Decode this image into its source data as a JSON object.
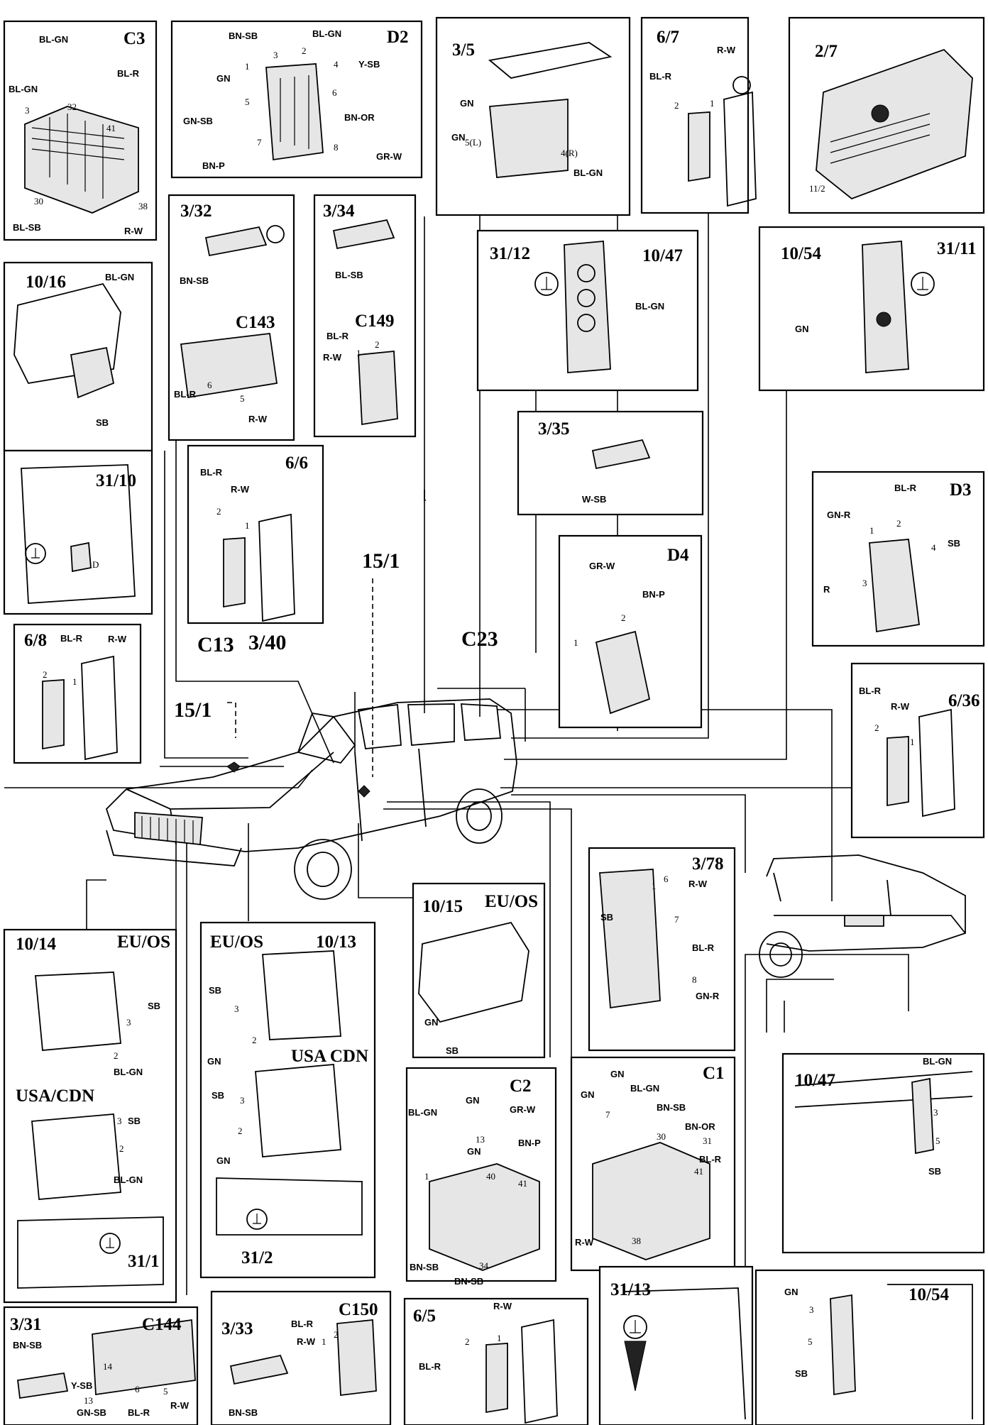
{
  "panels": {
    "c3": {
      "title": "C3",
      "wires": [
        "BL-GN",
        "BL-R",
        "BL-GN",
        "BL-SB",
        "R-W"
      ],
      "pins": [
        "3",
        "32",
        "41",
        "30",
        "38"
      ]
    },
    "d2": {
      "title": "D2",
      "wires": [
        "BN-SB",
        "BL-GN",
        "GN",
        "Y-SB",
        "GN-SB",
        "BN-OR",
        "BN-P",
        "GR-W"
      ],
      "pins": [
        "3",
        "2",
        "1",
        "4",
        "5",
        "6",
        "7",
        "8"
      ]
    },
    "p35": {
      "title": "3/5",
      "wires": [
        "GN",
        "GN",
        "BL-GN"
      ],
      "pins": [
        "5(L)",
        "4(R)"
      ]
    },
    "p67": {
      "title": "6/7",
      "wires": [
        "BL-R",
        "R-W"
      ],
      "pins": [
        "2",
        "1"
      ]
    },
    "p27": {
      "title": "2/7",
      "pins": [
        "11/2"
      ]
    },
    "p1016": {
      "title": "10/16",
      "wires": [
        "BL-GN",
        "SB"
      ]
    },
    "p332": {
      "title": "3/32",
      "wires": [
        "BN-SB"
      ]
    },
    "c143": {
      "title": "C143",
      "wires": [
        "BL-R",
        "R-W"
      ],
      "pins": [
        "6",
        "5"
      ]
    },
    "p334": {
      "title": "3/34",
      "wires": [
        "BL-SB"
      ]
    },
    "c149": {
      "title": "C149",
      "wires": [
        "BL-R",
        "R-W"
      ],
      "pins": [
        "2",
        "1"
      ]
    },
    "p3112": {
      "title": "31/12",
      "title2": "10/47",
      "wires": [
        "BL-GN"
      ]
    },
    "p3111": {
      "title": "10/54",
      "title2": "31/11",
      "wires": [
        "GN"
      ]
    },
    "p3110": {
      "title": "31/10",
      "pins": [
        "D"
      ]
    },
    "p66": {
      "title": "6/6",
      "wires": [
        "BL-R",
        "R-W"
      ],
      "pins": [
        "2",
        "1"
      ]
    },
    "p335": {
      "title": "3/35",
      "wires": [
        "W-SB"
      ]
    },
    "d3": {
      "title": "D3",
      "wires": [
        "BL-R",
        "GN-R",
        "SB",
        "R"
      ],
      "pins": [
        "2",
        "1",
        "4",
        "3"
      ]
    },
    "d4": {
      "title": "D4",
      "wires": [
        "GR-W",
        "BN-P"
      ],
      "pins": [
        "1",
        "2"
      ]
    },
    "p68": {
      "title": "6/8",
      "wires": [
        "BL-R",
        "R-W"
      ],
      "pins": [
        "2",
        "1"
      ]
    },
    "p636": {
      "title": "6/36",
      "wires": [
        "BL-R",
        "R-W"
      ],
      "pins": [
        "2",
        "1"
      ]
    },
    "p1014": {
      "title": "10/14",
      "market": "EU/OS",
      "market2": "USA/CDN",
      "sub": "31/1",
      "wires": [
        "SB",
        "BL-GN",
        "SB",
        "BL-GN"
      ],
      "pins": [
        "3",
        "2",
        "3",
        "2"
      ]
    },
    "p1013": {
      "title": "10/13",
      "market": "EU/OS",
      "market2": "USA CDN",
      "sub": "31/2",
      "wires": [
        "SB",
        "GN",
        "SB",
        "GN"
      ],
      "pins": [
        "3",
        "2",
        "3",
        "2"
      ]
    },
    "p1015": {
      "title": "10/15",
      "market": "EU/OS",
      "wires": [
        "GN",
        "SB"
      ]
    },
    "c2": {
      "title": "C2",
      "wires": [
        "BL-GN",
        "GN",
        "GR-W",
        "GN",
        "BN-P",
        "BN-SB",
        "BN-SB"
      ],
      "pins": [
        "1",
        "13",
        "40",
        "41",
        "34"
      ]
    },
    "c1": {
      "title": "C1",
      "wires": [
        "GN",
        "GN",
        "BL-GN",
        "BN-SB",
        "BN-OR",
        "BL-R",
        "R-W"
      ],
      "pins": [
        "7",
        "30",
        "31",
        "41",
        "38"
      ]
    },
    "p378": {
      "title": "3/78",
      "wires": [
        "R-W",
        "SB",
        "BL-R",
        "GN-R"
      ],
      "pins": [
        "6",
        "1",
        "7",
        "8"
      ]
    },
    "p1047b": {
      "title": "10/47",
      "wires": [
        "BL-GN",
        "SB"
      ],
      "pins": [
        "3",
        "5"
      ]
    },
    "p1054b": {
      "title": "10/54",
      "wires": [
        "GN",
        "SB"
      ],
      "pins": [
        "3",
        "5"
      ]
    },
    "p331": {
      "title": "3/31",
      "wires": [
        "BN-SB"
      ]
    },
    "c144": {
      "title": "C144",
      "wires": [
        "Y-SB",
        "GN-SB",
        "BL-R",
        "R-W"
      ],
      "pins": [
        "14",
        "13",
        "6",
        "5"
      ]
    },
    "p333": {
      "title": "3/33",
      "wires": [
        "BN-SB"
      ]
    },
    "c150": {
      "title": "C150",
      "wires": [
        "BL-R",
        "R-W"
      ],
      "pins": [
        "2",
        "1"
      ]
    },
    "p65": {
      "title": "6/5",
      "wires": [
        "R-W",
        "BL-R"
      ],
      "pins": [
        "1",
        "2"
      ]
    },
    "p3113": {
      "title": "31/13"
    }
  },
  "car_labels": {
    "c13": "C13",
    "p340": "3/40",
    "p151a": "15/1",
    "p151b": "15/1",
    "c23": "C23"
  },
  "colors": {
    "ink": "#000000",
    "paper": "#ffffff",
    "shade": "#e6e6e6"
  }
}
